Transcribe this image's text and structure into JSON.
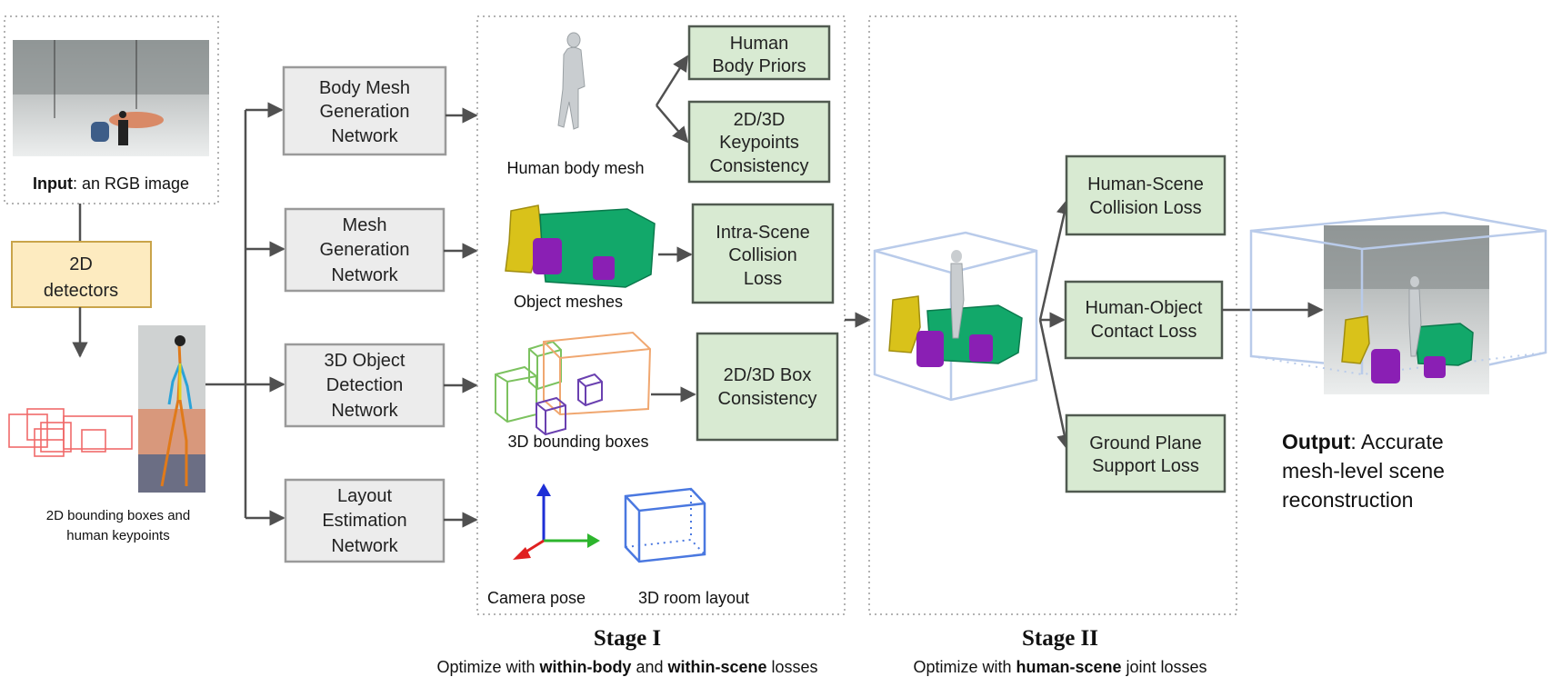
{
  "input": {
    "label_bold": "Input",
    "label_rest": ": an RGB image"
  },
  "detectors": {
    "line1": "2D",
    "line2": "detectors"
  },
  "bbox_caption": {
    "line1": "2D bounding boxes and",
    "line2": "human keypoints"
  },
  "networks": [
    {
      "lines": [
        "Body Mesh",
        "Generation",
        "Network"
      ]
    },
    {
      "lines": [
        "Mesh",
        "Generation",
        "Network"
      ]
    },
    {
      "lines": [
        "3D Object",
        "Detection",
        "Network"
      ]
    },
    {
      "lines": [
        "Layout",
        "Estimation",
        "Network"
      ]
    }
  ],
  "stage1": {
    "title": "Stage I",
    "subtitle": {
      "p1": "Optimize with ",
      "b1": "within-body",
      "p2": " and ",
      "b2": "within-scene",
      "p3": " losses"
    },
    "captions": {
      "human_mesh": "Human body mesh",
      "object_meshes": "Object meshes",
      "bboxes": "3D bounding boxes",
      "camera": "Camera pose",
      "layout": "3D room layout"
    },
    "losses": [
      {
        "lines": [
          "Human",
          "Body Priors"
        ]
      },
      {
        "lines": [
          "2D/3D",
          "Keypoints",
          "Consistency"
        ]
      },
      {
        "lines": [
          "Intra-Scene",
          "Collision",
          "Loss"
        ]
      },
      {
        "lines": [
          "2D/3D Box",
          "Consistency"
        ]
      }
    ]
  },
  "stage2": {
    "title": "Stage II",
    "subtitle": {
      "p1": "Optimize with ",
      "b1": "human-scene",
      "p2": " joint losses"
    },
    "losses": [
      {
        "lines": [
          "Human-Scene",
          "Collision Loss"
        ]
      },
      {
        "lines": [
          "Human-Object",
          "Contact Loss"
        ]
      },
      {
        "lines": [
          "Ground Plane",
          "Support  Loss"
        ]
      }
    ]
  },
  "output": {
    "label_bold": "Output",
    "line1_rest": ": Accurate",
    "line2": "mesh-level scene",
    "line3": "reconstruction"
  },
  "colors": {
    "net_fill": "#ececec",
    "loss_fill": "#d8ead2",
    "detector_fill": "#fdebc0",
    "axis_x": "#2db52d",
    "axis_y": "#1e2fd6",
    "axis_z": "#e02020",
    "purple": "#8a1fb4",
    "green_mesh": "#12a86a",
    "yellow_mesh": "#d9c21a"
  }
}
